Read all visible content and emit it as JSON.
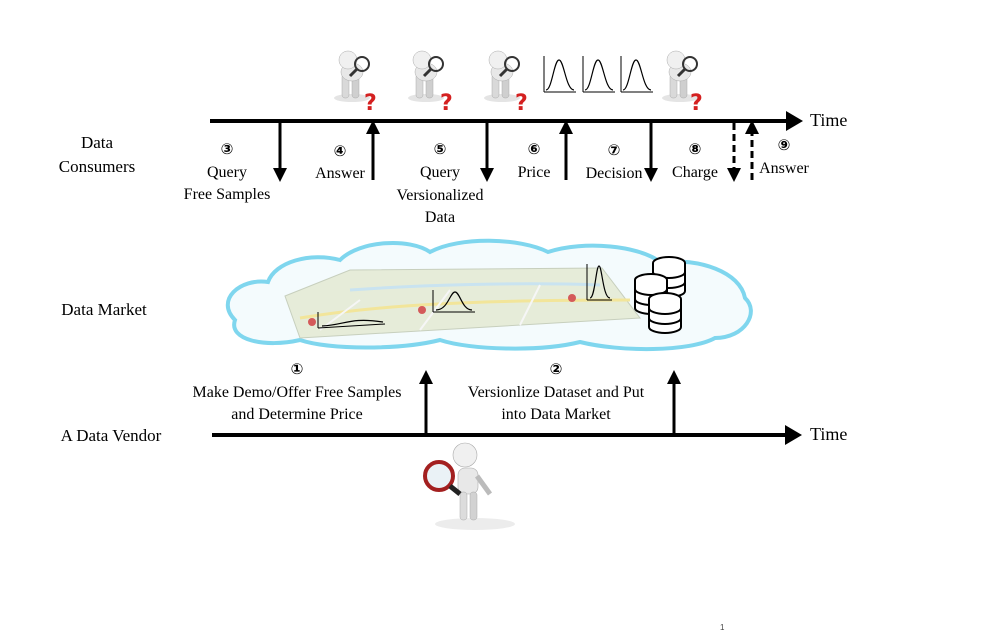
{
  "actors": {
    "consumers_line1": "Data",
    "consumers_line2": "Consumers",
    "market": "Data Market",
    "vendor": "A Data Vendor"
  },
  "axis": {
    "time_top": "Time",
    "time_bottom": "Time"
  },
  "consumer_steps": [
    {
      "num": "③",
      "line1": "Query",
      "line2": "Free Samples",
      "line3": ""
    },
    {
      "num": "④",
      "line1": "Answer",
      "line2": "",
      "line3": ""
    },
    {
      "num": "⑤",
      "line1": "Query",
      "line2": "Versionalized",
      "line3": "Data"
    },
    {
      "num": "⑥",
      "line1": "Price",
      "line2": "",
      "line3": ""
    },
    {
      "num": "⑦",
      "line1": "Decision",
      "line2": "",
      "line3": ""
    },
    {
      "num": "⑧",
      "line1": "Charge",
      "line2": "",
      "line3": ""
    },
    {
      "num": "⑨",
      "line1": "Answer",
      "line2": "",
      "line3": ""
    }
  ],
  "vendor_steps": [
    {
      "num": "①",
      "line1": "Make Demo/Offer Free Samples",
      "line2": "and Determine Price"
    },
    {
      "num": "②",
      "line1": "Versionlize Dataset and  Put",
      "line2": "into Data Market"
    }
  ],
  "page_number": "1",
  "icons": {
    "consumer": "thinking-person-with-magnifier-icon",
    "question": "question-mark-icon",
    "curve": "distribution-curve-icon",
    "database": "database-icon",
    "cloud": "cloud-icon",
    "map": "map-icon",
    "vendor": "person-with-magnifier-icon"
  },
  "colors": {
    "line": "#000000",
    "question": "#d42020",
    "cloud": "#7fd6ee",
    "map": "#e6ecd9"
  }
}
